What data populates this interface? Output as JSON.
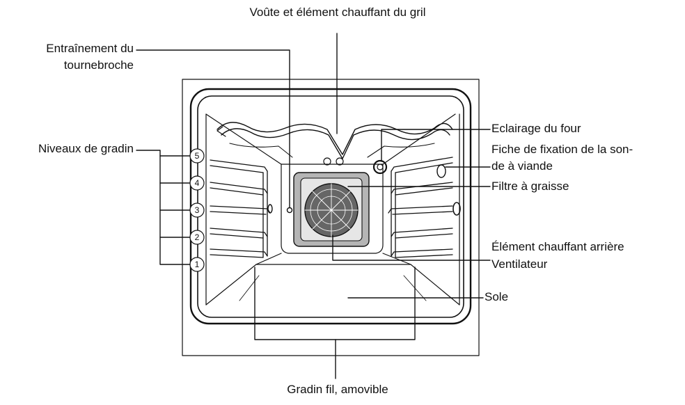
{
  "labels": {
    "vault_grill": "Voûte et élément chauffant du gril",
    "rotisserie_line1": "Entraînement du",
    "rotisserie_line2": "tournebroche",
    "shelf_levels": "Niveaux de gradin",
    "oven_light": "Eclairage du four",
    "probe_line1": "Fiche de fixation de la son-",
    "probe_line2": "de à viande",
    "grease_filter": "Filtre à graisse",
    "rear_heater": "Élément chauffant arrière",
    "fan": "Ventilateur",
    "floor": "Sole",
    "wire_rack": "Gradin fil, amovible"
  },
  "shelf_numbers": [
    "5",
    "4",
    "3",
    "2",
    "1"
  ],
  "colors": {
    "line": "#111111",
    "filter_fill": "#b5b5b5",
    "filter_inner": "#e6e6e6"
  }
}
